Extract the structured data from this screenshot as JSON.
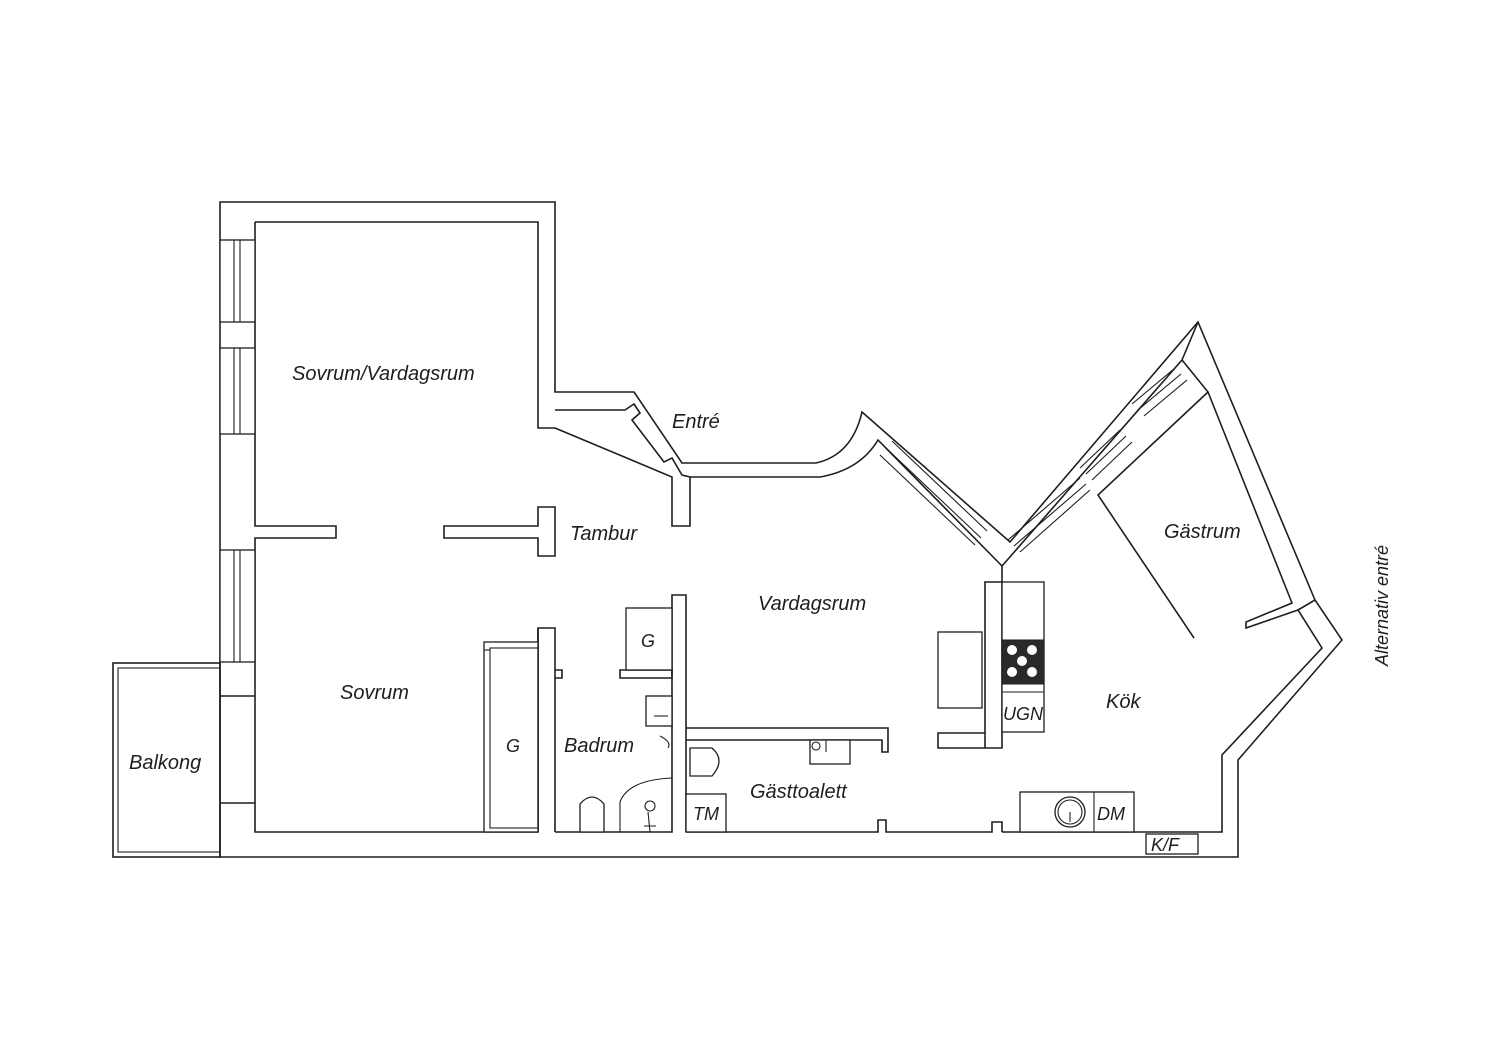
{
  "rooms": {
    "sovrum_vardagsrum": "Sovrum/Vardagsrum",
    "entre": "Entré",
    "tambur": "Tambur",
    "vardagsrum": "Vardagsrum",
    "gastrum": "Gästrum",
    "sovrum": "Sovrum",
    "balkong": "Balkong",
    "badrum": "Badrum",
    "gasttoalett": "Gästtoalett",
    "kok": "Kök",
    "alternativ_entre": "Alternativ entré"
  },
  "fixtures": {
    "garderob_1": "G",
    "garderob_2": "G",
    "ugn": "UGN",
    "tm": "TM",
    "dm": "DM",
    "kf": "K/F"
  }
}
